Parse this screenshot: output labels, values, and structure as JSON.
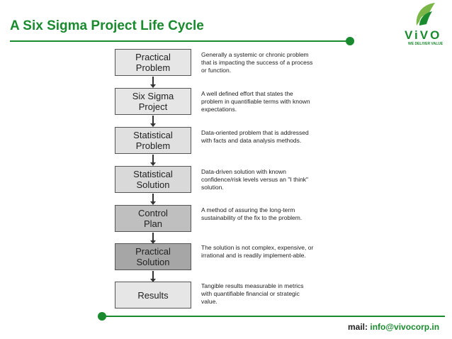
{
  "header": {
    "title": "A Six Sigma Project Life Cycle"
  },
  "logo": {
    "name": "ViVO",
    "tagline": "WE DELIVER VALUE"
  },
  "colors": {
    "brand_green": "#1a8a2e",
    "box_light": "#e6e6e6",
    "box_mid": "#d9d9d9",
    "box_dark": "#a6a6a6"
  },
  "steps": [
    {
      "label": "Practical\nProblem",
      "desc": "Generally a systemic or chronic problem that is impacting the success of a process or function."
    },
    {
      "label": "Six Sigma\nProject",
      "desc": "A well defined effort that states the problem in quantifiable terms with known expectations."
    },
    {
      "label": "Statistical\nProblem",
      "desc": "Data-oriented problem that is addressed with facts and data analysis methods."
    },
    {
      "label": "Statistical\nSolution",
      "desc": "Data-driven solution with known confidence/risk levels versus an \"I think\" solution."
    },
    {
      "label": "Control\nPlan",
      "desc": "A method of assuring the long-term sustainability of the fix to the problem."
    },
    {
      "label": "Practical\nSolution",
      "desc": "The solution is not complex, expensive, or irrational and is readily implement-able."
    },
    {
      "label": "Results",
      "desc": "Tangible results measurable in metrics with quantifiable financial or strategic value."
    }
  ],
  "footer": {
    "label": "mail:",
    "email": "info@vivocorp.in"
  }
}
